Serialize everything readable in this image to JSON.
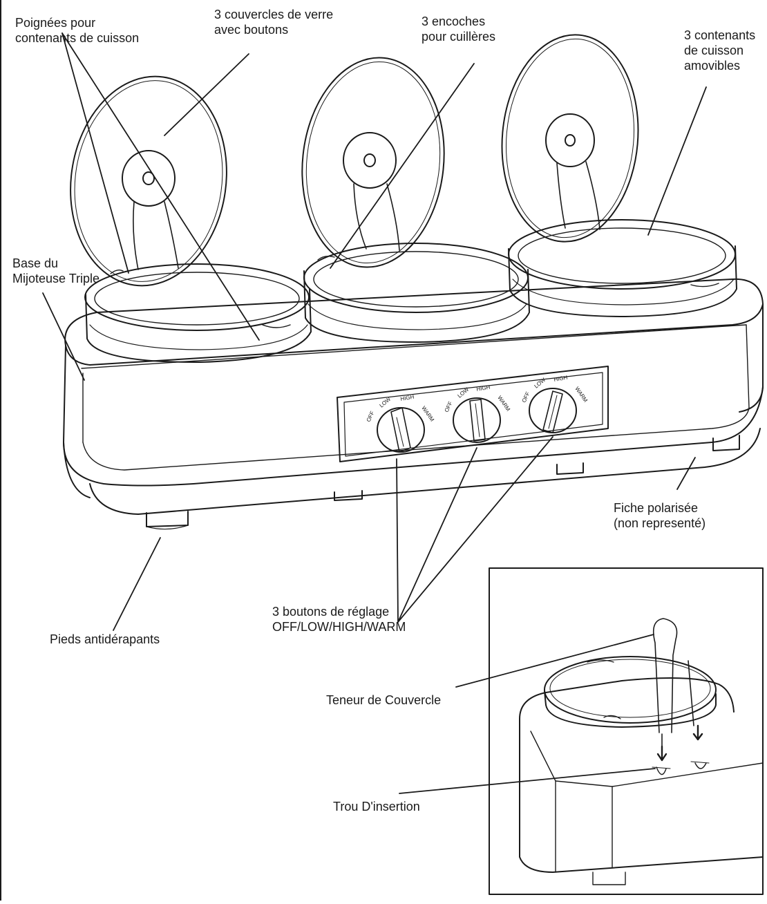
{
  "labels": {
    "handles": [
      "Poignées pour",
      "contenants de cuisson"
    ],
    "lids": [
      "3 couvercles de verre",
      "avec boutons"
    ],
    "notches": [
      "3 encoches",
      "pour cuillères"
    ],
    "containers": [
      "3 contenants",
      "de cuisson",
      "amovibles"
    ],
    "base": [
      "Base du",
      "Mijoteuse Triple"
    ],
    "plug": [
      "Fiche polarisée",
      "(non representé)"
    ],
    "knobs": [
      "3 boutons de réglage",
      "OFF/LOW/HIGH/WARM"
    ],
    "feet": "Pieds antidérapants",
    "lid_holder": "Teneur de Couvercle",
    "insert_hole": "Trou D'insertion"
  },
  "knob_marks": [
    "OFF",
    "LOW",
    "HIGH",
    "WARM"
  ],
  "colors": {
    "line": "#1a1a1a",
    "background": "#ffffff"
  }
}
